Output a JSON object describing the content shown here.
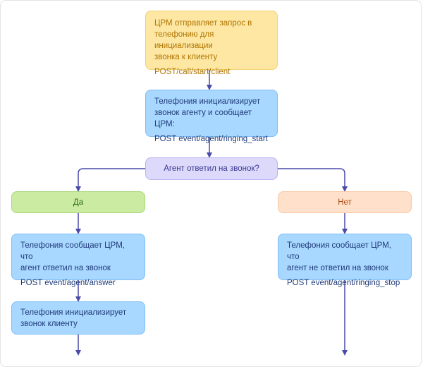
{
  "colors": {
    "connector": "#4a4aa8",
    "yellow_fill": "#fde7a3",
    "blue_fill": "#a8d7ff",
    "purple_fill": "#dcd9fb",
    "green_fill": "#cbeba2",
    "peach_fill": "#ffe1cb"
  },
  "nodes": {
    "crm_request": {
      "lines": [
        "ЦРМ отправляет запрос в",
        "телефонию для инициализации",
        "звонка к клиенту"
      ],
      "endpoint": "POST/call/start/client"
    },
    "telephony_init_agent": {
      "lines": [
        "Телефония инициализирует",
        "звонок агенту и сообщает ЦРМ:"
      ],
      "endpoint": "POST event/agent/ringing_start"
    },
    "decision": {
      "text": "Агент ответил на звонок?"
    },
    "yes": {
      "text": "Да"
    },
    "no": {
      "text": "Нет"
    },
    "agent_answered": {
      "lines": [
        "Телефония сообщает ЦРМ, что",
        "агент ответил на звонок"
      ],
      "endpoint": "POST event/agent/answer"
    },
    "agent_not_answered": {
      "lines": [
        "Телефония сообщает ЦРМ, что",
        "агент не ответил на звонок"
      ],
      "endpoint": "POST event/agent/ringing_stop"
    },
    "telephony_init_client": {
      "lines": [
        "Телефония инициализирует",
        "звонок клиенту"
      ]
    }
  }
}
